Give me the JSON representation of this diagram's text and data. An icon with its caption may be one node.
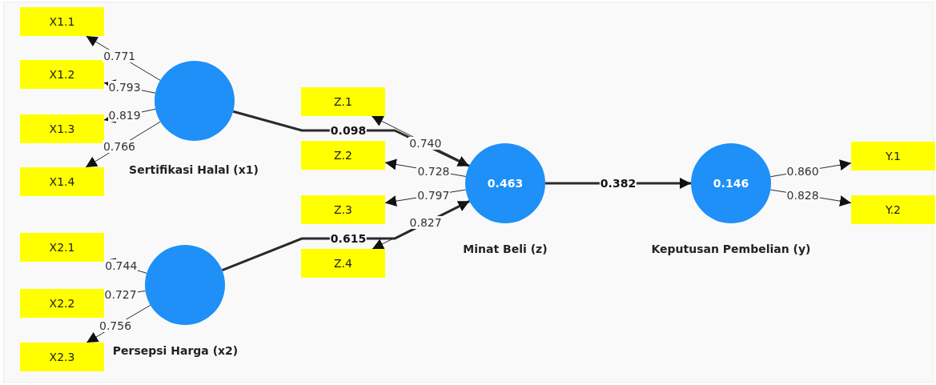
{
  "diagram": {
    "nodes": [
      {
        "text": [
          "X1.1"
        ]
      },
      {
        "text": [
          "X1.2"
        ]
      },
      {
        "text": [
          "X1.3"
        ]
      },
      {
        "text": [
          "X1.4"
        ]
      },
      {
        "text": [
          "X2.1"
        ]
      },
      {
        "text": [
          "X2.2"
        ]
      },
      {
        "text": [
          "X2.3"
        ]
      },
      {
        "text": [
          "Sertifikasi Halal (x1)"
        ]
      },
      {
        "text": [
          "Persepsi Harga (x2)"
        ]
      },
      {
        "text": [
          "Z.1"
        ]
      },
      {
        "text": [
          "Z.2"
        ]
      },
      {
        "text": [
          "Z.3"
        ]
      },
      {
        "text": [
          "Z.4"
        ]
      },
      {
        "text": [
          "0.463",
          "Minat Beli (z)"
        ]
      },
      {
        "text": [
          "0.146",
          "Keputusan Pembelian (y)"
        ]
      },
      {
        "text": [
          "Y.1"
        ]
      },
      {
        "text": [
          "Y.2"
        ]
      }
    ],
    "edges": [
      {
        "from": 7,
        "to": 0,
        "arrow": "to",
        "label": "0.771"
      },
      {
        "from": 7,
        "to": 1,
        "arrow": "to",
        "label": "0.793"
      },
      {
        "from": 7,
        "to": 2,
        "arrow": "to",
        "label": "0.819"
      },
      {
        "from": 7,
        "to": 3,
        "arrow": "to",
        "label": "0.766"
      },
      {
        "from": 8,
        "to": 4,
        "arrow": "to",
        "label": "0.744"
      },
      {
        "from": 8,
        "to": 5,
        "arrow": "to",
        "label": "0.727"
      },
      {
        "from": 8,
        "to": 6,
        "arrow": "to",
        "label": "0.756"
      },
      {
        "from": 7,
        "to": 13,
        "arrow": "to",
        "label": "0.098",
        "style": "thick"
      },
      {
        "from": 8,
        "to": 13,
        "arrow": "to",
        "label": "0.615",
        "style": "thick"
      },
      {
        "from": 13,
        "to": 9,
        "arrow": "to",
        "label": "0.740"
      },
      {
        "from": 13,
        "to": 10,
        "arrow": "to",
        "label": "0.728"
      },
      {
        "from": 13,
        "to": 11,
        "arrow": "to",
        "label": "0.797"
      },
      {
        "from": 13,
        "to": 12,
        "arrow": "to",
        "label": "0.827"
      },
      {
        "from": 13,
        "to": 14,
        "arrow": "to",
        "label": "0.382",
        "style": "thick"
      },
      {
        "from": 14,
        "to": 15,
        "arrow": "to",
        "label": "0.860"
      },
      {
        "from": 14,
        "to": 16,
        "arrow": "to",
        "label": "0.828"
      }
    ]
  }
}
